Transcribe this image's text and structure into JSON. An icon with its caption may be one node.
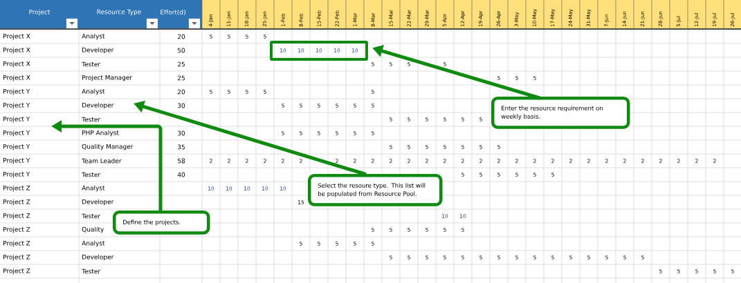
{
  "diagram": {
    "nodes": [
      {
        "text": [],
        "shape": "box"
      },
      {
        "text": [
          "Enter the resource requirement on weekly basis."
        ]
      },
      {
        "text": [
          "Select the resoure type. This list will be populated from Resource Pool."
        ]
      },
      {
        "text": [
          "Define the projects."
        ]
      }
    ],
    "edges": [
      {
        "from": 1,
        "to": 0,
        "arrow": "to"
      },
      {
        "from": 2,
        "to": null,
        "arrow": "to"
      },
      {
        "from": 3,
        "to": null,
        "arrow": "to"
      }
    ],
    "labels": [
      "Project",
      "Resource Type",
      "Effort(d)",
      "4-Jan",
      "11-Jan",
      "18-Jan",
      "25-Jan",
      "1-Feb",
      "8-Feb",
      "15-Feb",
      "22-Feb",
      "1-Mar",
      "8-Mar",
      "15-Mar",
      "22-Mar",
      "29-Mar",
      "5-Apr",
      "12-Apr",
      "19-Apr",
      "26-Apr",
      "3-May",
      "10-May",
      "17-May",
      "24-May",
      "31-May",
      "7-Jun",
      "14-Jun",
      "21-Jun",
      "28-Jun",
      "5-Jul",
      "12-Jul",
      "19-Jul",
      "26-Jul",
      "Project X",
      "Analyst",
      "20",
      "5",
      "5",
      "5",
      "5",
      "Project X",
      "Developer",
      "50",
      "10",
      "10",
      "10",
      "10",
      "10",
      "Project X",
      "Tester",
      "25",
      "5",
      "5",
      "5",
      "5",
      "Project X",
      "Project Manager",
      "25",
      "5",
      "5",
      "5",
      "Project Y",
      "Analyst",
      "20",
      "5",
      "5",
      "5",
      "5",
      "5",
      "Project Y",
      "Developer",
      "30",
      "5",
      "5",
      "5",
      "5",
      "5",
      "5",
      "Project Y",
      "Tester",
      "5",
      "5",
      "5",
      "5",
      "5",
      "5",
      "Project Y",
      "PHP Analyst",
      "30",
      "5",
      "5",
      "5",
      "5",
      "5",
      "5",
      "Project Y",
      "Quality Manager",
      "35",
      "5",
      "5",
      "5",
      "5",
      "5",
      "5",
      "5",
      "Project Y",
      "Team Leader",
      "58",
      "2",
      "2",
      "2",
      "2",
      "2",
      "2",
      "2",
      "2",
      "2",
      "2",
      "2",
      "2",
      "2",
      "2",
      "2",
      "2",
      "2",
      "2",
      "2",
      "2",
      "2",
      "2",
      "2",
      "2",
      "2",
      "2",
      "2",
      "2",
      "Project Y",
      "Tester",
      "40",
      "5",
      "5",
      "5",
      "5",
      "5",
      "5",
      "Project Z",
      "Analyst",
      "10",
      "10",
      "10",
      "10",
      "10",
      "Project Z",
      "Developer",
      "15",
      "Project Z",
      "Tester",
      "10",
      "10",
      "Project Z",
      "Quality",
      "5",
      "5",
      "5",
      "5",
      "5",
      "5",
      "Project Z",
      "Analyst",
      "5",
      "5",
      "5",
      "5",
      "5",
      "Project Z",
      "Developer",
      "5",
      "5",
      "5",
      "5",
      "5",
      "5",
      "5",
      "5",
      "5",
      "5",
      "5",
      "5",
      "5",
      "5",
      "5",
      "Project Z",
      "Tester",
      "5",
      "5",
      "5",
      "5",
      "5"
    ]
  }
}
